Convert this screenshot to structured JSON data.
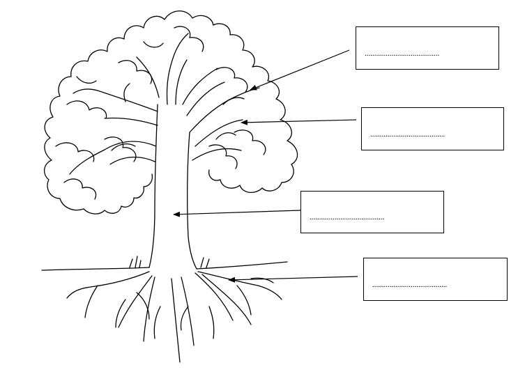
{
  "worksheet": {
    "labels": [
      {
        "id": "leaves",
        "answer": "......................................."
      },
      {
        "id": "branches",
        "answer": "......................................."
      },
      {
        "id": "trunk",
        "answer": "......................................."
      },
      {
        "id": "roots",
        "answer": "......................................."
      }
    ]
  },
  "colors": {
    "line": "#000000",
    "background": "#ffffff"
  }
}
